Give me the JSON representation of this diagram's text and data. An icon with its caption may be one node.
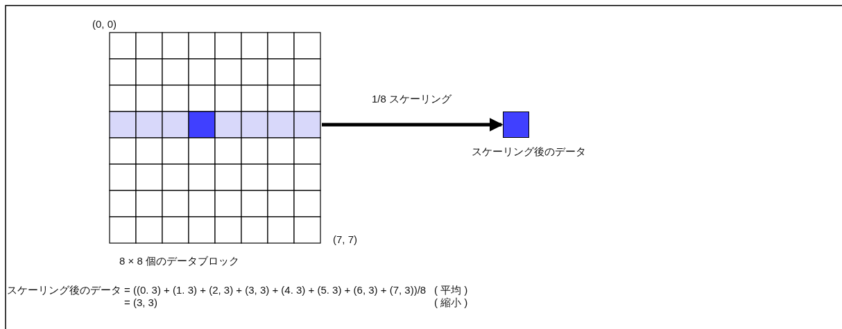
{
  "diagram": {
    "nodes": [
      {
        "text": [],
        "shape": "grid",
        "beside": [
          "(0, 0)",
          "(7, 7)",
          "8 × 8 個のデータブロック"
        ]
      },
      {
        "text": [],
        "shape": "box",
        "beside": [
          "スケーリング後のデータ"
        ]
      }
    ],
    "edges": [
      {
        "from": 0,
        "to": 1,
        "arrow": "to",
        "label": "1/8 スケーリング"
      }
    ],
    "labels": [
      "スケーリング後のデータ",
      "= ((0. 3) + (1. 3) + (2, 3) + (3, 3) + (4. 3) + (5. 3) + (6, 3) + (7, 3))/8",
      "( 平均 )",
      "= (3, 3)",
      "( 縮小 )"
    ]
  }
}
